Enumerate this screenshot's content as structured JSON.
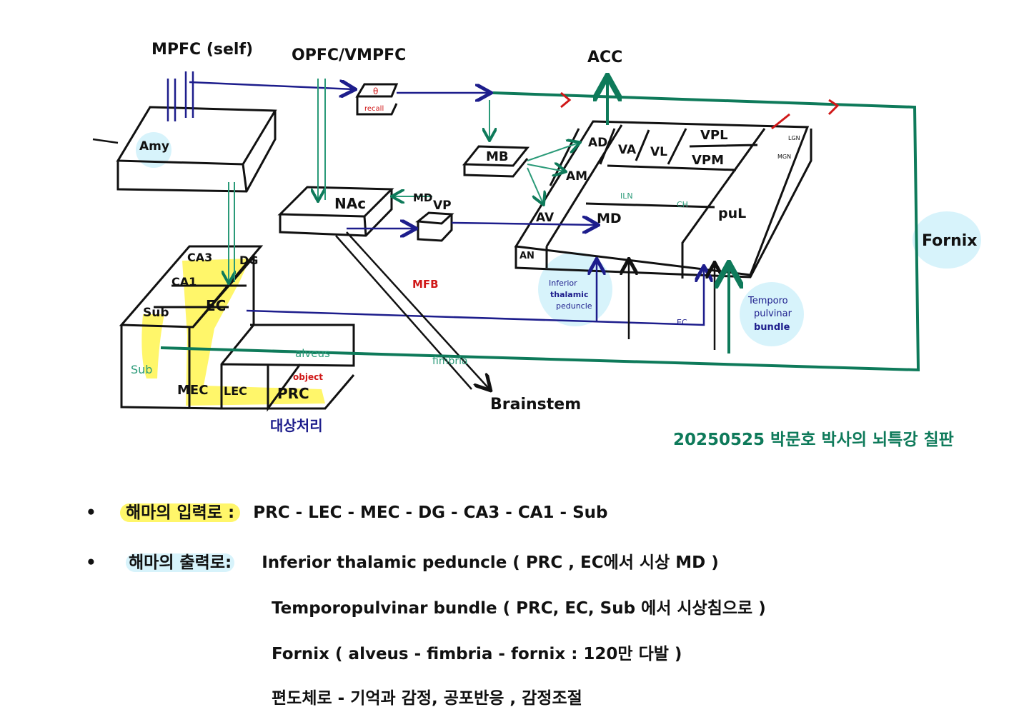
{
  "diagram": {
    "top_labels": {
      "mpfc": "MPFC (self)",
      "opfc": "OPFC/VMPFC",
      "acc": "ACC",
      "fornix": "Fornix",
      "brainstem": "Brainstem",
      "object_processing": "대상처리"
    },
    "credit": "20250525 박문호 박사의 뇌특강 칠판",
    "structures": {
      "amy": "Amy",
      "nac": "NAc",
      "vp": "VP",
      "md_arrow": "MD",
      "mb": "MB",
      "theta": "θ",
      "recall": "recall",
      "mfb": "MFB",
      "fimbria": "fimbria"
    },
    "thalamus": {
      "ad": "AD",
      "va": "VA",
      "vl": "VL",
      "vpl": "VPL",
      "vpm": "VPM",
      "am": "AM",
      "iln": "ILN",
      "ch": "CH",
      "av": "AV",
      "md": "MD",
      "pul": "puL",
      "an": "AN",
      "lgn": "LGN",
      "mgn": "MGN",
      "ec": "EC",
      "itp": [
        "Inferior",
        "thalamic",
        "peduncle"
      ],
      "tpb": [
        "Temporo",
        "pulvinar",
        "bundle"
      ]
    },
    "hippocampus": {
      "ca3": "CA3",
      "dg": "DG",
      "ca1": "CA1",
      "sub": "Sub",
      "ec": "EC",
      "sub2": "Sub",
      "alveus": "alveus",
      "object": "object",
      "mec": "MEC",
      "lec": "LEC",
      "prc": "PRC"
    },
    "colors": {
      "green": "#0e7a5a",
      "navy": "#1d1d8c",
      "red": "#d01818",
      "yellow": "#fff66a",
      "lightblue": "#d7f3fb"
    }
  },
  "notes": [
    {
      "bullet": "•",
      "label": "해마의 입력로 :",
      "text": "PRC - LEC - MEC - DG  - CA3 - CA1 - Sub"
    },
    {
      "bullet": "•",
      "label": "해마의 출력로:",
      "text": "Inferior thalamic peduncle ( PRC , EC에서 시상 MD )"
    },
    {
      "text": "Temporopulvinar bundle ( PRC, EC, Sub 에서 시상침으로  )"
    },
    {
      "text": "Fornix ( alveus - fimbria - fornix : 120만 다발 )"
    },
    {
      "text": "편도체로 -  기억과 감정,  공포반응 ,  감정조절"
    }
  ]
}
